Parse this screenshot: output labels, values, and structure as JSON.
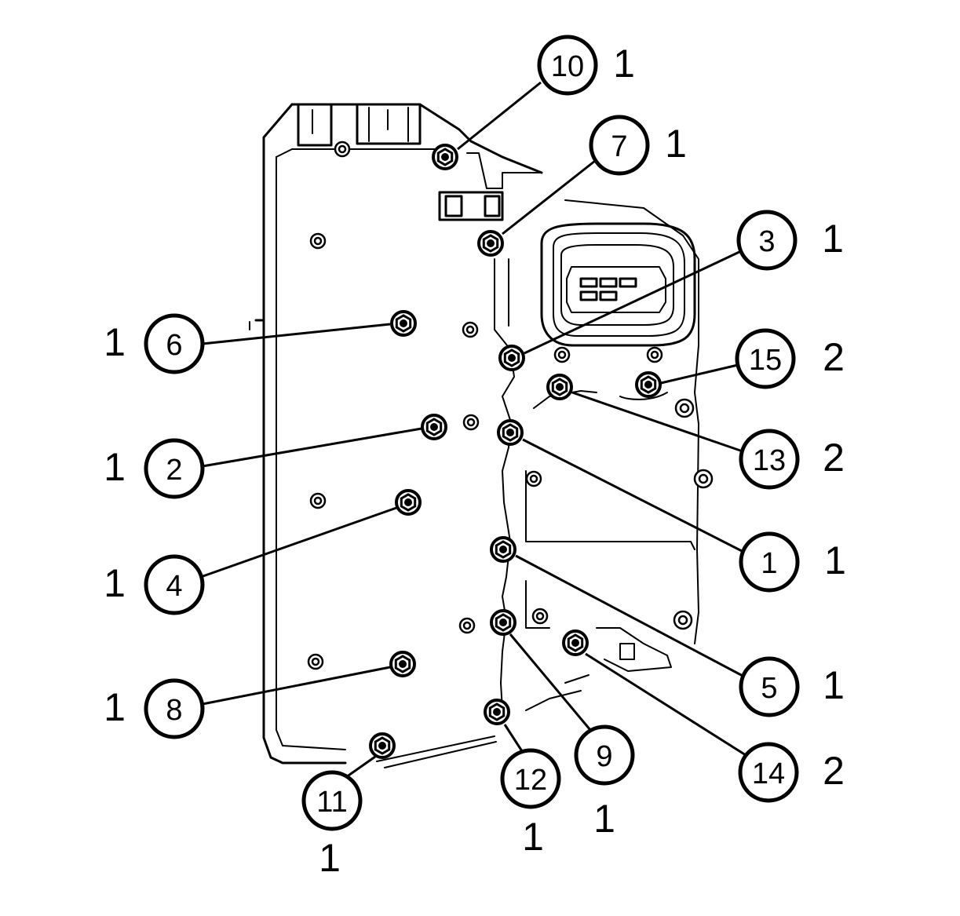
{
  "diagram": {
    "colors": {
      "line": "#000000",
      "background": "#ffffff"
    },
    "callouts": [
      {
        "id": "10",
        "qty": "1"
      },
      {
        "id": "7",
        "qty": "1"
      },
      {
        "id": "3",
        "qty": "1"
      },
      {
        "id": "15",
        "qty": "2"
      },
      {
        "id": "6",
        "qty": "1"
      },
      {
        "id": "13",
        "qty": "2"
      },
      {
        "id": "2",
        "qty": "1"
      },
      {
        "id": "4",
        "qty": "1"
      },
      {
        "id": "1",
        "qty": "1"
      },
      {
        "id": "5",
        "qty": "1"
      },
      {
        "id": "8",
        "qty": "1"
      },
      {
        "id": "9",
        "qty": "1"
      },
      {
        "id": "14",
        "qty": "2"
      },
      {
        "id": "12",
        "qty": "1"
      },
      {
        "id": "11",
        "qty": "1"
      }
    ]
  }
}
